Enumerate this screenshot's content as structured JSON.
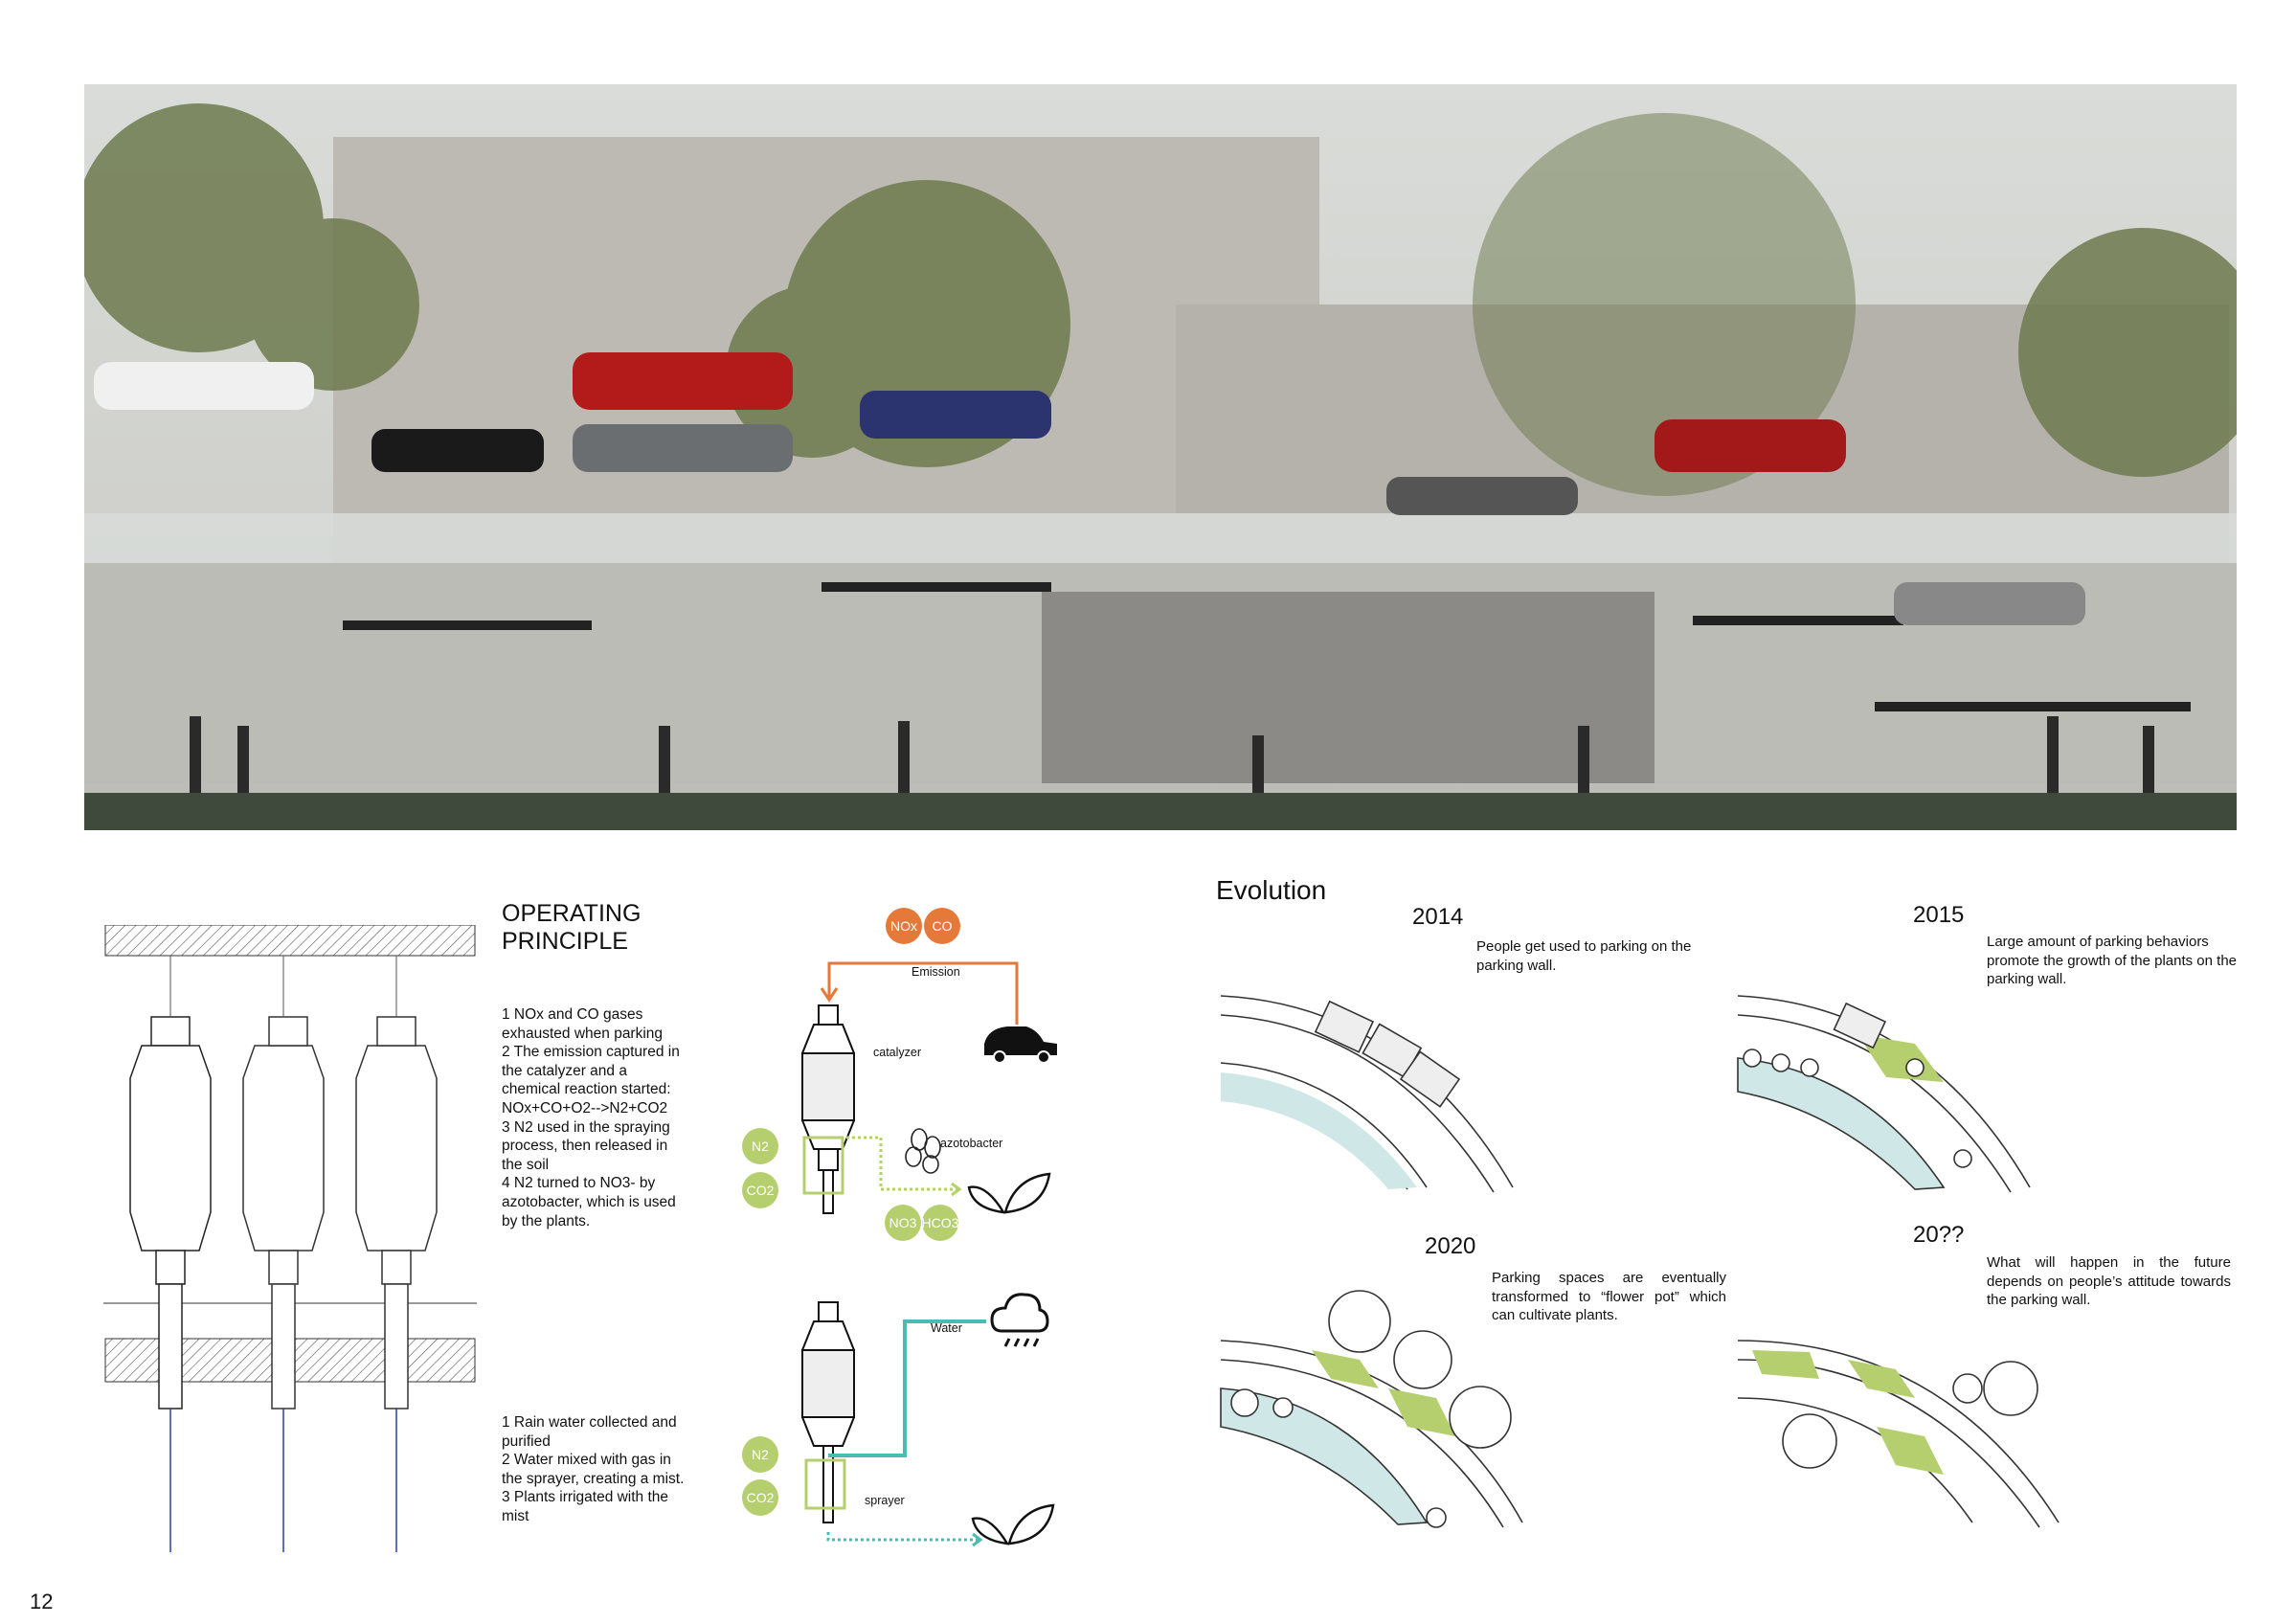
{
  "page_number": "12",
  "operating_principle": {
    "title_line1": "OPERATING",
    "title_line2": "PRINCIPLE",
    "steps_a": [
      "1 NOx and CO gases",
      "exhausted when parking",
      "2 The emission captured in",
      "the catalyzer and a",
      "chemical reaction started:",
      "NOx+CO+O2-->N2+CO2",
      "3 N2 used in the spraying",
      "process, then released in",
      "the soil",
      "4 N2 turned to NO3- by",
      "azotobacter, which is used",
      "by the plants."
    ],
    "steps_b": [
      "1 Rain water collected and",
      "purified",
      "2 Water mixed with gas in",
      "the sprayer, creating a mist.",
      "3 Plants irrigated with the",
      "mist"
    ]
  },
  "diagram_emission": {
    "badges_top": [
      "NOx",
      "CO"
    ],
    "emission_label": "Emission",
    "catalyzer_label": "catalyzer",
    "azotobacter_label": "azotobacter",
    "badges_left": [
      "N2",
      "CO2"
    ],
    "badges_bottom": [
      "NO3",
      "HCO3"
    ]
  },
  "diagram_water": {
    "water_label": "Water",
    "sprayer_label": "sprayer",
    "badges_left": [
      "N2",
      "CO2"
    ]
  },
  "evolution": {
    "title": "Evolution",
    "stages": [
      {
        "year": "2014",
        "text": "People get used to parking on the parking wall."
      },
      {
        "year": "2015",
        "text": "Large amount of parking behaviors promote the growth of the plants on the parking wall."
      },
      {
        "year": "2020",
        "text": "Parking spaces are eventually transformed to “flower pot” which can cultivate plants."
      },
      {
        "year": "20??",
        "text": "What will happen in the future depends on people’s attitude towards the parking wall."
      }
    ]
  },
  "colors": {
    "orange": "#e5793a",
    "green": "#b6cf6e",
    "teal": "#4bbcb4"
  }
}
